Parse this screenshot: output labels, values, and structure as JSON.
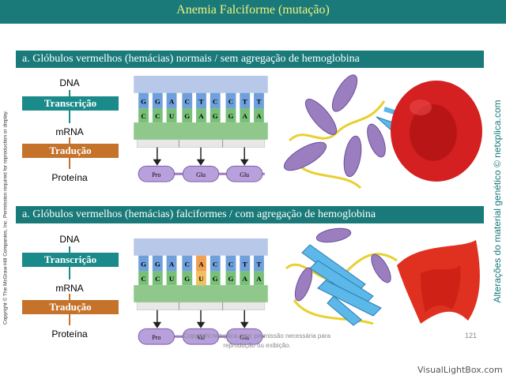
{
  "title": "Anemia Falciforme (mutação)",
  "section_a": {
    "label": "a. Glóbulos vermelhos (hemácias)  normais / sem agregação  de hemoglobina"
  },
  "section_b": {
    "label": "a. Glóbulos vermelhos (hemácias)  falciformes / com agregação  de hemoglobina"
  },
  "flow_top": {
    "dna": "DNA",
    "transcricao": "Transcrição",
    "mrna": "mRNA",
    "traducao": "Tradução",
    "proteina": "Proteína"
  },
  "flow_bottom": {
    "dna": "DNA",
    "transcricao": "Transcrição",
    "mrna": "mRNA",
    "traducao": "Tradução",
    "proteina": "Proteína"
  },
  "gene_top": {
    "dna_bases": [
      "G",
      "G",
      "A",
      "C",
      "T",
      "C",
      "C",
      "T",
      "T"
    ],
    "mrna_bases": [
      "C",
      "C",
      "U",
      "G",
      "A",
      "G",
      "G",
      "A",
      "A"
    ],
    "amino_acids": [
      "Pro",
      "Glu",
      "Glu"
    ]
  },
  "gene_bottom": {
    "dna_bases": [
      "G",
      "G",
      "A",
      "C",
      "A",
      "C",
      "C",
      "T",
      "T"
    ],
    "mrna_bases": [
      "C",
      "C",
      "U",
      "G",
      "U",
      "G",
      "G",
      "A",
      "A"
    ],
    "amino_acids": [
      "Pro",
      "Val",
      "Glu"
    ],
    "mutated_index": 4
  },
  "colors": {
    "teal": "#1a7a7a",
    "title_text": "#f2f27a",
    "brown": "#c5722b",
    "rbc": "#d42020",
    "helix": "#9a7ec0",
    "sheet": "#5bb8e8"
  },
  "side_copyright": "Copyright © The McGraw-Hill Companies, Inc. Permission required for reproduction or display.",
  "side_site": "Alterações do material genético © netxplica.com",
  "footer_note": "Copyright netxplica.com: permissão necessária para reprodução ou exibição.",
  "page_number": "121",
  "watermark": "VisualLightBox.com"
}
